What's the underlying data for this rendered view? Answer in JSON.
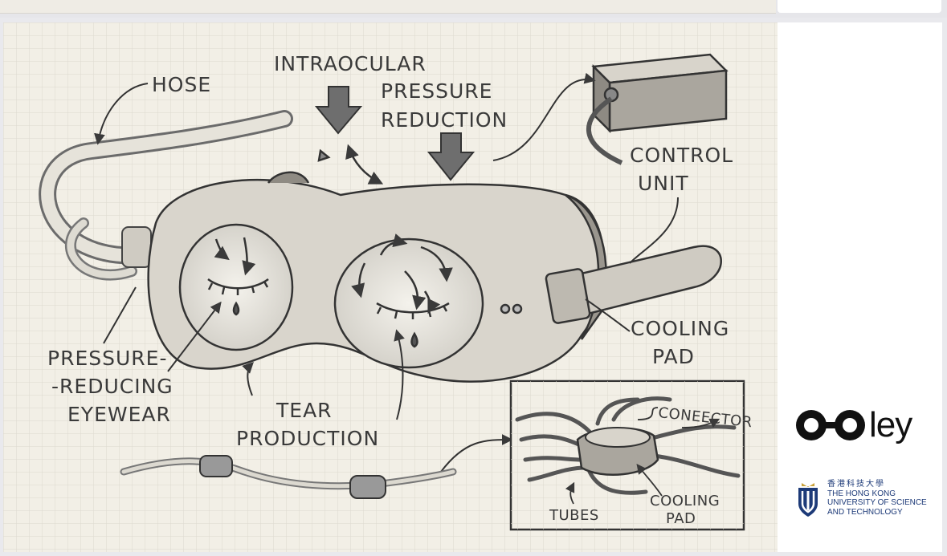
{
  "labels": {
    "hose": "HOSE",
    "iop_line1": "INTRAOCULAR",
    "iop_line2": "PRESSURE",
    "iop_line3": "REDUCTION",
    "control_line1": "CONTROL",
    "control_line2": "UNIT",
    "cooling_line1": "COOLING",
    "cooling_line2": "PAD",
    "eyewear_line1": "PRESSURE-",
    "eyewear_line2": "-REDUCING",
    "eyewear_line3": "EYEWEAR",
    "tear_line1": "TEAR",
    "tear_line2": "PRODUCTION",
    "inset_connector": "CONEECTOR",
    "inset_tubes": "TUBES",
    "inset_cooling_line1": "COOLING",
    "inset_cooling_line2": "PAD"
  },
  "brand": {
    "wordmark": "ley",
    "university_zh": "香港科技大學",
    "university_line1": "THE HONG KONG",
    "university_line2": "UNIVERSITY OF SCIENCE",
    "university_line3": "AND TECHNOLOGY"
  },
  "colors": {
    "paper": "#f2efe6",
    "grid": "#d9d6cc",
    "ink": "#3a3a3a",
    "hkust_blue": "#1d3a78",
    "hkust_gold": "#c9a23a"
  }
}
